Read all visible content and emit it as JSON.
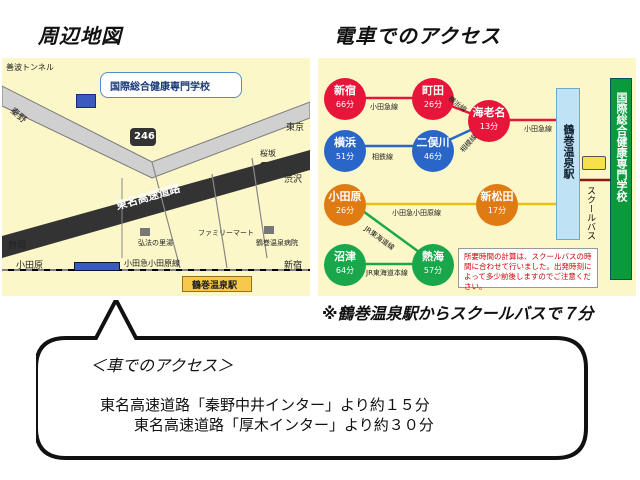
{
  "map_section": {
    "title": "周辺地図",
    "labels": {
      "tunnel": "善波トンネル",
      "school": "国際総合健康専門学校",
      "hadano": "秦野",
      "tokyo": "東京",
      "route": "246",
      "sakura": "桜坂",
      "shibusawa": "渋沢",
      "expressway": "東名高速道路",
      "shizuoka": "静岡",
      "odawara": "小田原",
      "odakyu": "小田急小田原線",
      "shinjuku": "新宿",
      "temple": "弘法の里湯",
      "familymart": "ファミリーマート",
      "hospital": "鶴巻温泉病院",
      "station": "鶴巻温泉駅"
    }
  },
  "train_section": {
    "title": "電車でのアクセス",
    "stations": [
      {
        "name": "新宿",
        "time": "66分"
      },
      {
        "name": "町田",
        "time": "26分"
      },
      {
        "name": "海老名",
        "time": "13分"
      },
      {
        "name": "横浜",
        "time": "51分"
      },
      {
        "name": "二俣川",
        "time": "46分"
      },
      {
        "name": "小田原",
        "time": "26分"
      },
      {
        "name": "新松田",
        "time": "17分"
      },
      {
        "name": "沼津",
        "time": "64分"
      },
      {
        "name": "熱海",
        "time": "57分"
      }
    ],
    "lines": {
      "odakyu1": "小田急線",
      "yokohama": "横浜線",
      "sotetsu": "相鉄線",
      "sagami": "相模線",
      "odakyu2": "小田急線",
      "odakyu_odawara": "小田急小田原線",
      "tokaido_line": "JR東海道線",
      "jr_tokaido": "JR東海道本線"
    },
    "onsen_station": "鶴巻温泉駅",
    "school_bus": "スクールバス",
    "school": "国際総合健康専門学校",
    "note": "所要時間の計算は、スクールバスの時間に合わせて行いました。出発時刻によって多少前後しますのでご注意ください。"
  },
  "bus_caption": "※鶴巻温泉駅からスクールバスで７分",
  "car_section": {
    "heading": "＜車でのアクセス＞",
    "route1": "東名高速道路「秦野中井インター」より約１５分",
    "route2": "東名高速道路「厚木インター」より約３０分"
  },
  "colors": {
    "panel_bg": "#fbf7c8",
    "red": "#e8153a",
    "blue": "#2a66c8",
    "orange": "#e07a12",
    "green": "#1aa64a",
    "school_green": "#0a9a3c",
    "onsen_blue": "#bfe3f5"
  }
}
